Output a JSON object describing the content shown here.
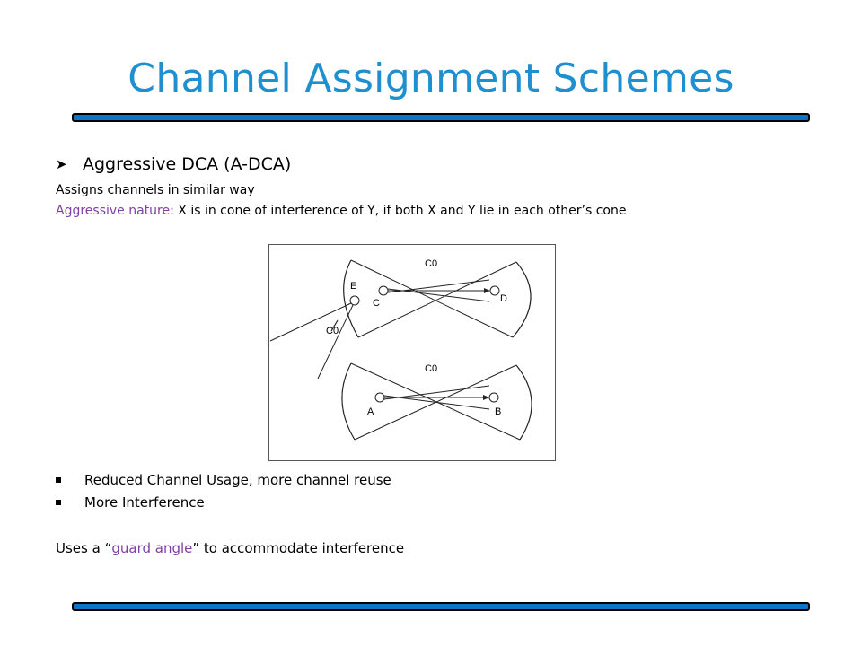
{
  "slide": {
    "title": "Channel Assignment Schemes",
    "bullet_main": "Aggressive DCA (A-DCA)",
    "line1": "Assigns channels in similar way",
    "line2_highlight": "Aggressive nature",
    "line2_rest": ": X is in cone of interference of Y, if both X and Y lie in each other’s cone",
    "sub_bullets": [
      "Reduced Channel Usage, more channel reuse",
      "More Interference"
    ],
    "footer_pre": "Uses a “",
    "footer_highlight": "guard angle",
    "footer_post": "” to accommodate interference",
    "colors": {
      "title": "#1f8fd0",
      "rule": "#0d74c8",
      "highlight": "#7f3fa6"
    }
  },
  "diagram": {
    "top_channel": "C0",
    "bottom_channel": "C0",
    "guard_label": "C0",
    "nodes": {
      "E": "E",
      "C": "C",
      "D": "D",
      "A": "A",
      "B": "B"
    }
  }
}
